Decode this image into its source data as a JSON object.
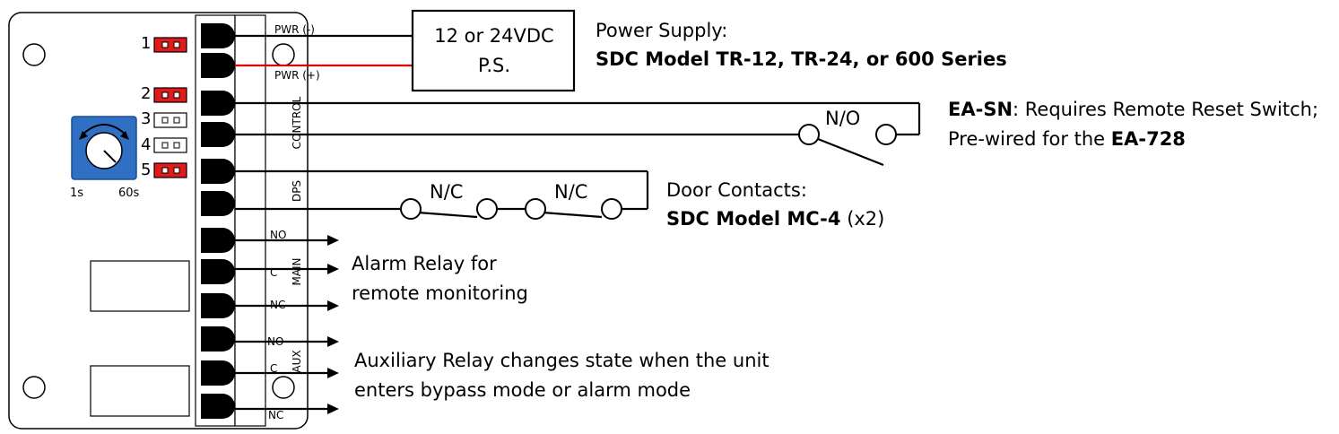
{
  "board": {
    "dip_numbers": [
      "1",
      "2",
      "3",
      "4",
      "5"
    ],
    "dip_states": [
      true,
      true,
      false,
      false,
      true
    ],
    "timer_min_label": "1s",
    "timer_max_label": "60s",
    "terminal_labels": {
      "pwr_neg": "PWR (-)",
      "pwr_pos": "PWR (+)",
      "control": "CONTROL",
      "dps": "DPS",
      "main": "MAIN",
      "aux": "AUX",
      "no1": "NO",
      "c1": "C",
      "nc1": "NC",
      "no2": "NO",
      "c2": "C",
      "nc2": "NC"
    }
  },
  "power_supply": {
    "box_line1": "12 or 24VDC",
    "box_line2": "P.S.",
    "title": "Power Supply:",
    "model": "SDC Model TR-12, TR-24, or 600 Series"
  },
  "reset_switch": {
    "contact_label": "N/O",
    "line1_bold": "EA-SN",
    "line1_rest": ": Requires Remote Reset Switch;",
    "line2_plain": "Pre-wired for the ",
    "line2_bold": "EA-728"
  },
  "door_contacts": {
    "contact1_label": "N/C",
    "contact2_label": "N/C",
    "title": "Door Contacts:",
    "model_bold": "SDC Model MC-4",
    "model_rest": " (x2)"
  },
  "alarm_relay": {
    "line1": "Alarm Relay for",
    "line2": "remote monitoring"
  },
  "aux_relay": {
    "line1": "Auxiliary Relay changes state when the unit",
    "line2": "enters bypass mode or alarm mode"
  },
  "colors": {
    "wire": "#000000",
    "positive_wire": "#e00000",
    "dip_on": "#e01b1b",
    "timer_knob": "#2f6fc4"
  }
}
